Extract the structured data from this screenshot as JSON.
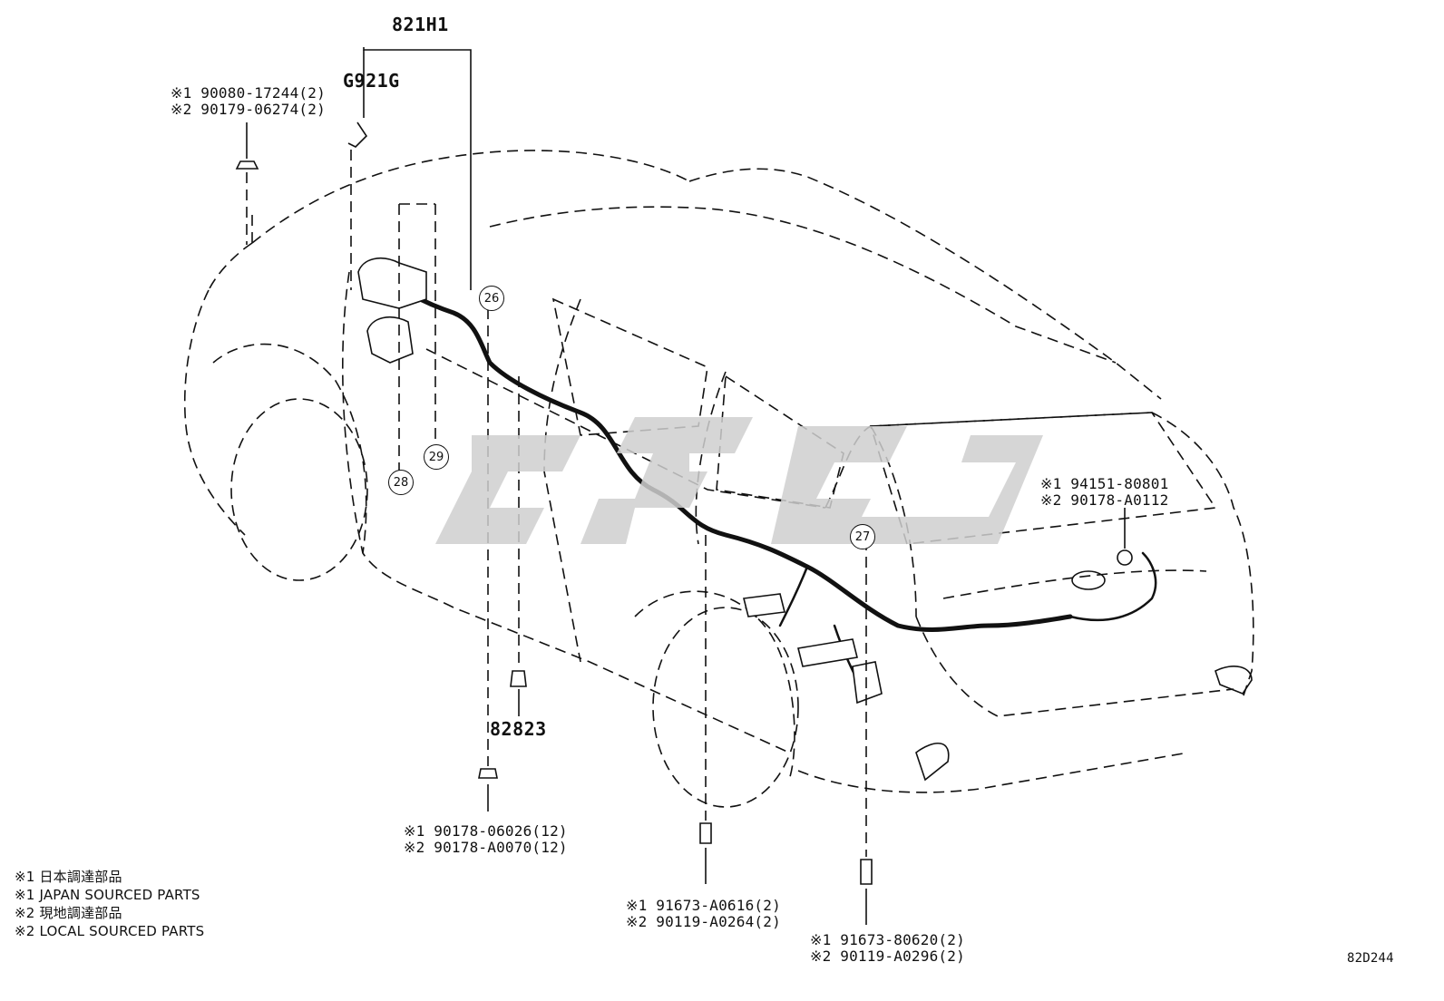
{
  "diagram_code": "82D244",
  "watermark": "ᢈ᠆ᢈ",
  "parts": {
    "harness_main": "821H1",
    "ground_wire": "G921G",
    "clamp": "82823"
  },
  "callouts": [
    {
      "id": "c26",
      "num": "26"
    },
    {
      "id": "c27",
      "num": "27"
    },
    {
      "id": "c28",
      "num": "28"
    },
    {
      "id": "c29",
      "num": "29"
    }
  ],
  "fasteners": {
    "top_left": [
      "※1 90080-17244(2)",
      "※2 90179-06274(2)"
    ],
    "bottom_center": [
      "※1 90178-06026(12)",
      "※2 90178-A0070(12)"
    ],
    "bottom_mid": [
      "※1 91673-A0616(2)",
      "※2 90119-A0264(2)"
    ],
    "bottom_right": [
      "※1 91673-80620(2)",
      "※2 90119-A0296(2)"
    ],
    "right_side": [
      "※1 94151-80801",
      "※2 90178-A0112"
    ]
  },
  "legend": [
    "※1 日本調達部品",
    "※1 JAPAN SOURCED PARTS",
    "※2 現地調達部品",
    "※2 LOCAL SOURCED PARTS"
  ]
}
